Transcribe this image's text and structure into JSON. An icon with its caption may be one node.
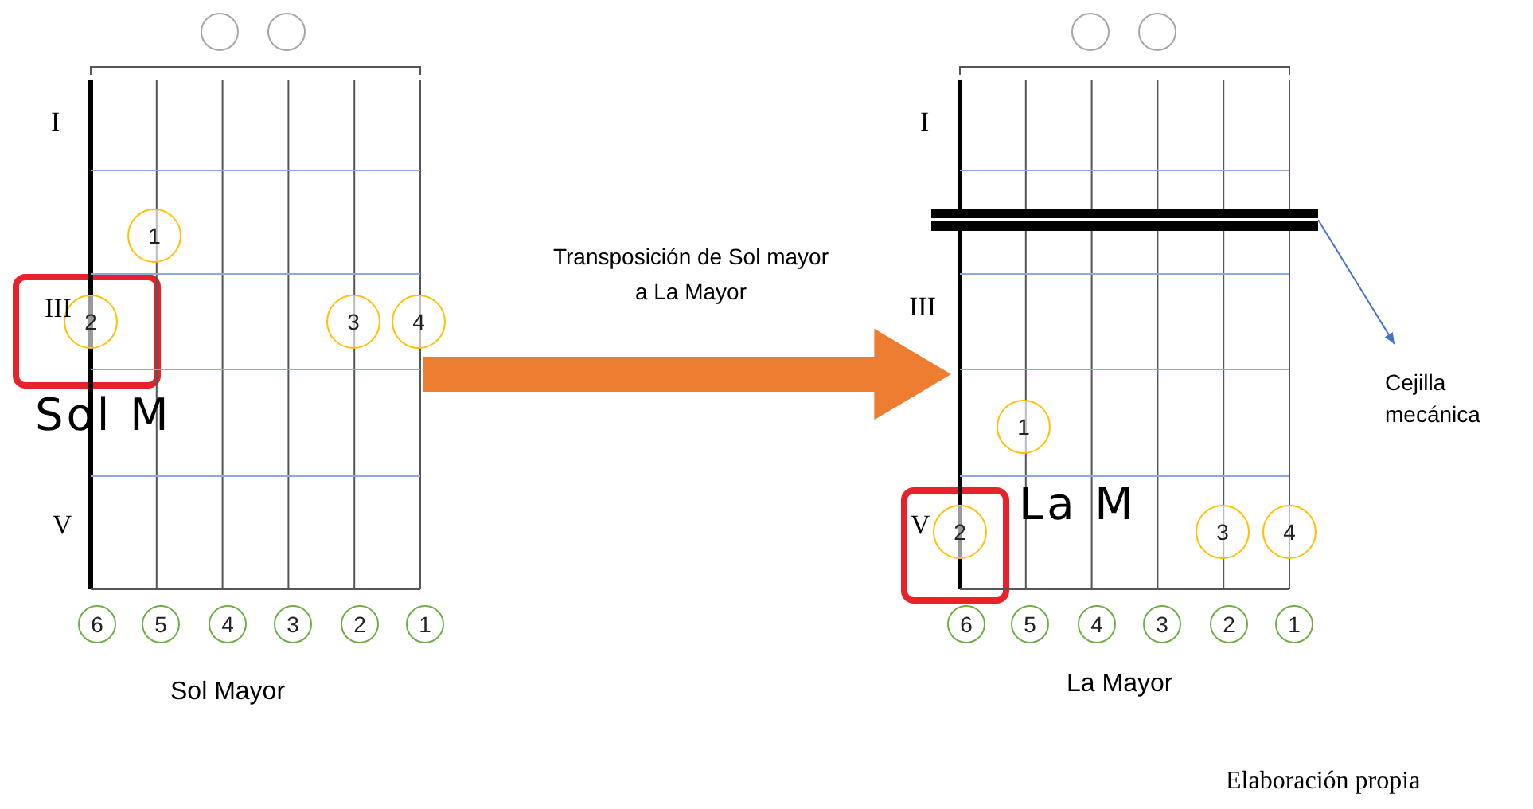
{
  "diagram": {
    "caption": "Elaboración propia",
    "nodes": [
      {
        "text": [],
        "shape": "circle"
      },
      {
        "text": [],
        "shape": "circle"
      },
      {
        "text": [],
        "shape": "circle"
      },
      {
        "text": [],
        "shape": "circle"
      },
      {
        "text": [],
        "shape": "box"
      },
      {
        "text": [
          "1"
        ],
        "in": 4
      },
      {
        "text": [
          "2"
        ],
        "in": 4
      },
      {
        "text": [
          "3"
        ],
        "in": 4
      },
      {
        "text": [
          "4"
        ],
        "in": 4
      },
      {
        "text": [
          "6"
        ]
      },
      {
        "text": [
          "5"
        ]
      },
      {
        "text": [
          "4"
        ]
      },
      {
        "text": [
          "3"
        ]
      },
      {
        "text": [
          "2"
        ]
      },
      {
        "text": [
          "1"
        ]
      },
      {
        "text": [],
        "shape": "box"
      },
      {
        "text": [],
        "shape": "bar",
        "in": 15
      },
      {
        "text": [
          "1"
        ],
        "in": 15
      },
      {
        "text": [
          "2"
        ],
        "in": 15
      },
      {
        "text": [
          "3"
        ],
        "in": 15
      },
      {
        "text": [
          "4"
        ],
        "in": 15
      },
      {
        "text": [
          "6"
        ]
      },
      {
        "text": [
          "5"
        ]
      },
      {
        "text": [
          "4"
        ]
      },
      {
        "text": [
          "3"
        ]
      },
      {
        "text": [
          "2"
        ]
      },
      {
        "text": [
          "1"
        ]
      },
      {
        "text": [
          "Cejilla mecánica"
        ]
      }
    ],
    "edges": [
      {
        "from": 4,
        "to": 15,
        "arrow": "to",
        "label": "Transposición de Sol mayor a La Mayor",
        "style": "thick",
        "color": "#ed7d31"
      },
      {
        "from": 16,
        "to": 27,
        "arrow": "to",
        "color": "#4472c4"
      }
    ],
    "labels": [
      "I",
      "III",
      "V",
      "Sol M",
      "I",
      "III",
      "V",
      "La M",
      "Sol Mayor",
      "La Mayor"
    ]
  }
}
